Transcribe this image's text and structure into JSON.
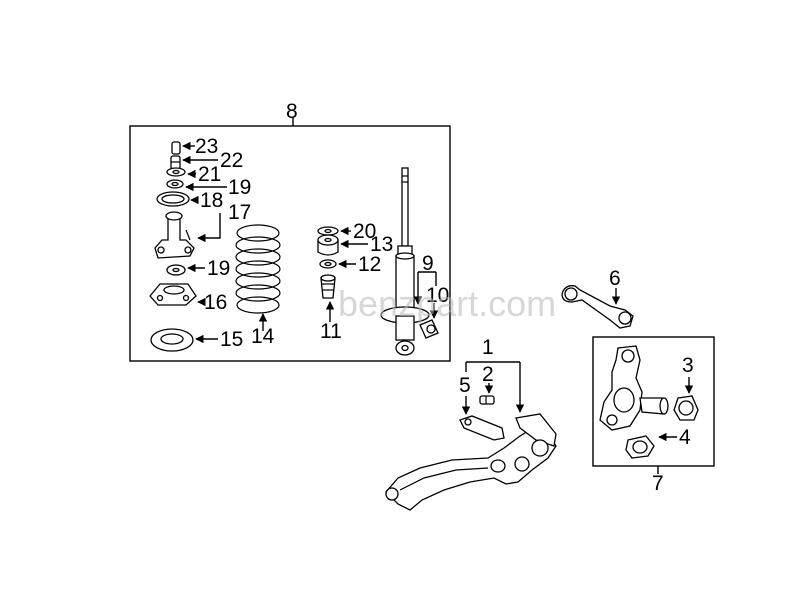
{
  "watermark": "benzpart.com",
  "callouts": {
    "c1": "1",
    "c2": "2",
    "c3": "3",
    "c4": "4",
    "c5": "5",
    "c6": "6",
    "c7": "7",
    "c8": "8",
    "c9": "9",
    "c10": "10",
    "c11": "11",
    "c12": "12",
    "c13": "13",
    "c14": "14",
    "c15": "15",
    "c16": "16",
    "c17": "17",
    "c18": "18",
    "c19a": "19",
    "c19b": "19",
    "c20": "20",
    "c21": "21",
    "c22": "22",
    "c23": "23"
  }
}
